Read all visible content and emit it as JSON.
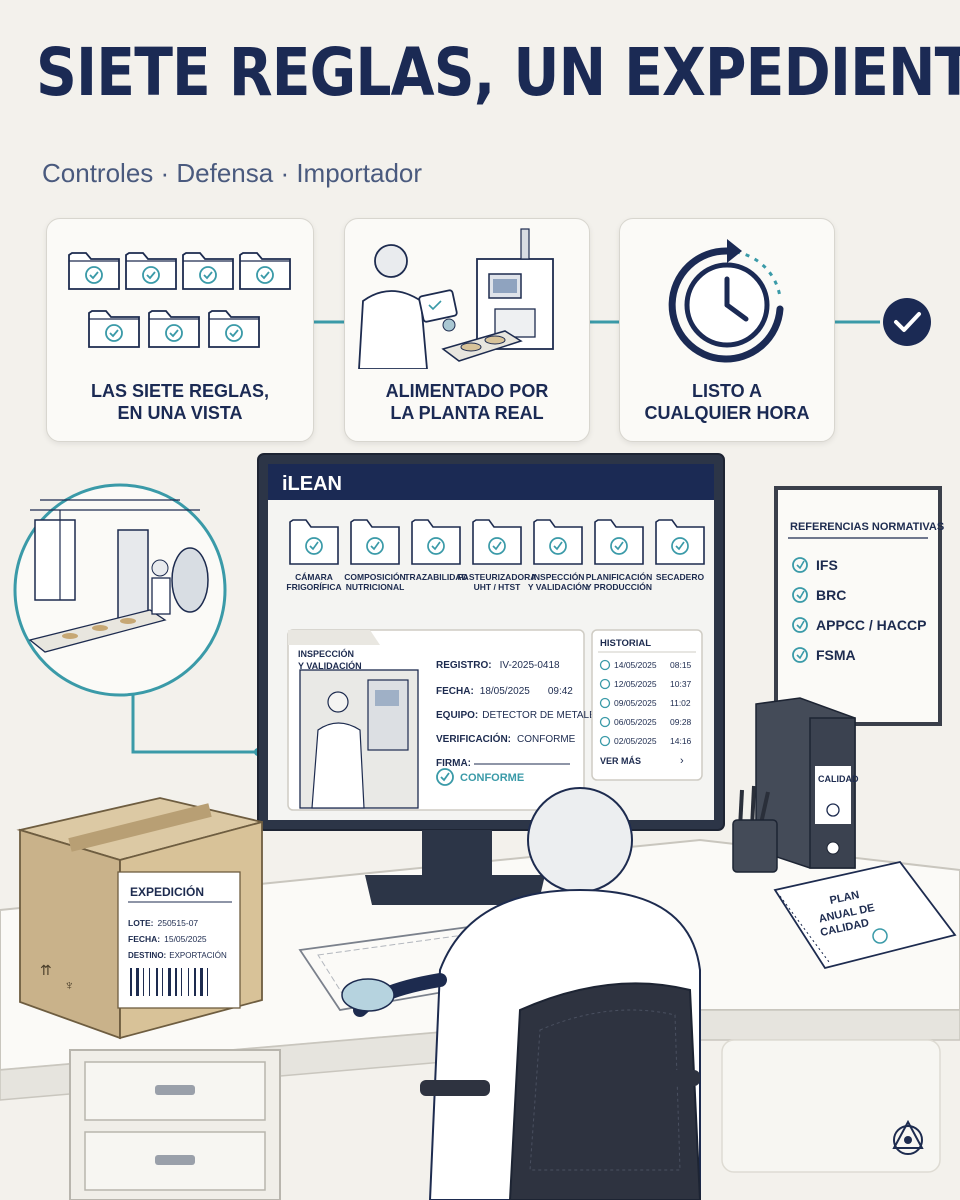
{
  "title": "SIETE REGLAS, UN EXPEDIENTE",
  "subtitle": "Controles · Defensa · Importador",
  "cards": [
    {
      "label": "LAS SIETE REGLAS,\nEN UNA VISTA"
    },
    {
      "label": "ALIMENTADO POR\nLA PLANTA REAL"
    },
    {
      "label": "LISTO A\nCUALQUIER HORA"
    }
  ],
  "monitor": {
    "app_name": "iLEAN",
    "folders": [
      {
        "l1": "CÁMARA",
        "l2": "FRIGORÍFICA"
      },
      {
        "l1": "COMPOSICIÓN",
        "l2": "NUTRICIONAL"
      },
      {
        "l1": "TRAZABILIDAD",
        "l2": ""
      },
      {
        "l1": "PASTEURIZADORA",
        "l2": "UHT / HTST"
      },
      {
        "l1": "INSPECCIÓN",
        "l2": "Y VALIDACIÓN"
      },
      {
        "l1": "PLANIFICACIÓN",
        "l2": "Y PRODUCCIÓN"
      },
      {
        "l1": "SECADERO",
        "l2": ""
      }
    ],
    "record": {
      "tab_l1": "INSPECCIÓN",
      "tab_l2": "Y VALIDACIÓN",
      "registro_label": "REGISTRO:",
      "registro_value": "IV-2025-0418",
      "fecha_label": "FECHA:",
      "fecha_value": "18/05/2025",
      "fecha_time": "09:42",
      "equipo_label": "EQUIPO:",
      "equipo_value": "DETECTOR DE METALES",
      "verif_label": "VERIFICACIÓN:",
      "verif_value": "CONFORME",
      "firma_label": "FIRMA:",
      "status": "CONFORME"
    },
    "historial": {
      "title": "HISTORIAL",
      "rows": [
        {
          "date": "14/05/2025",
          "time": "08:15"
        },
        {
          "date": "12/05/2025",
          "time": "10:37"
        },
        {
          "date": "09/05/2025",
          "time": "11:02"
        },
        {
          "date": "06/05/2025",
          "time": "09:28"
        },
        {
          "date": "02/05/2025",
          "time": "14:16"
        }
      ],
      "more": "VER MÁS"
    }
  },
  "referencias": {
    "title": "REFERENCIAS NORMATIVAS",
    "items": [
      "IFS",
      "BRC",
      "APPCC / HACCP",
      "FSMA"
    ]
  },
  "binder_label": "CALIDAD",
  "notebook": {
    "l1": "PLAN",
    "l2": "ANUAL DE",
    "l3": "CALIDAD"
  },
  "box": {
    "title": "EXPEDICIÓN",
    "lote_label": "LOTE:",
    "lote_value": "250515-07",
    "fecha_label": "FECHA:",
    "fecha_value": "15/05/2025",
    "destino_label": "DESTINO:",
    "destino_value": "EXPORTACIÓN"
  },
  "colors": {
    "navy": "#1b2a54",
    "teal": "#3a9aa8",
    "paper": "#f3f1ec"
  }
}
